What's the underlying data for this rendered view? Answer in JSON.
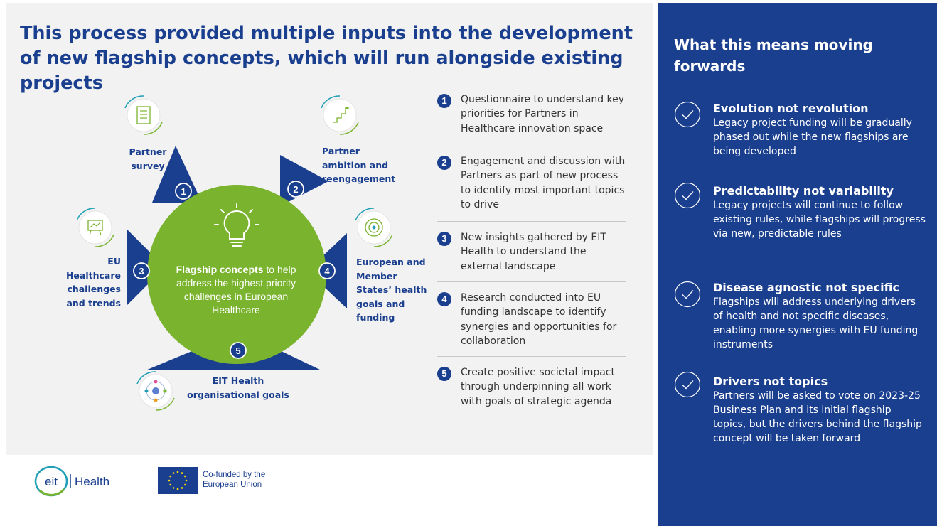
{
  "header": {
    "title": "This process provided multiple inputs into the development of new flagship concepts, which will run alongside existing projects"
  },
  "diagram": {
    "center": {
      "bold": "Flagship concepts",
      "rest": " to help address the highest priority challenges in European Healthcare"
    },
    "inputs": [
      {
        "number": "1",
        "label": "Partner survey"
      },
      {
        "number": "2",
        "label": "Partner ambition and reengagement"
      },
      {
        "number": "3",
        "label": "EU Healthcare challenges and trends"
      },
      {
        "number": "4",
        "label": "European and Member States’ health goals and funding"
      },
      {
        "number": "5",
        "label": "EIT Health organisational goals"
      }
    ]
  },
  "steps": [
    {
      "number": "1",
      "text": "Questionnaire to understand key priorities for Partners in Healthcare innovation space"
    },
    {
      "number": "2",
      "text": "Engagement and discussion with Partners as part of new process to identify most important topics to drive"
    },
    {
      "number": "3",
      "text": "New insights gathered by EIT Health to understand the external landscape"
    },
    {
      "number": "4",
      "text": "Research conducted into EU funding landscape to identify synergies and opportunities for collaboration"
    },
    {
      "number": "5",
      "text": "Create positive societal impact through underpinning all work with goals of strategic agenda"
    }
  ],
  "sidebar": {
    "title": "What this means moving forwards",
    "items": [
      {
        "heading": "Evolution not revolution",
        "body": "Legacy project funding will be gradually phased out while the new flagships are being developed"
      },
      {
        "heading": "Predictability not variability",
        "body": "Legacy projects will continue to follow existing rules, while flagships will progress via new, predictable rules"
      },
      {
        "heading": "Disease agnostic not specific",
        "body": "Flagships will address underlying drivers of health and not specific diseases, enabling more synergies with EU funding instruments"
      },
      {
        "heading": "Drivers not topics",
        "body": "Partners will be asked to vote on 2023-25 Business Plan and its initial flagship topics, but the drivers behind the flagship concept will be taken forward"
      }
    ]
  },
  "footer": {
    "eit_logo_text": "eit",
    "health_text": "Health",
    "eu_text": "Co-funded by the European Union"
  },
  "colors": {
    "navy": "#1b3f8f",
    "green": "#7ab32e",
    "teal": "#1f9fb5",
    "panel_bg": "#f2f2f2",
    "eu_yellow": "#ffdd00"
  },
  "icons": [
    "checkmark-circle-icon",
    "lightbulb-icon",
    "survey-icon",
    "ambition-icon",
    "chart-icon",
    "target-icon",
    "network-icon",
    "eu-flag-icon"
  ]
}
